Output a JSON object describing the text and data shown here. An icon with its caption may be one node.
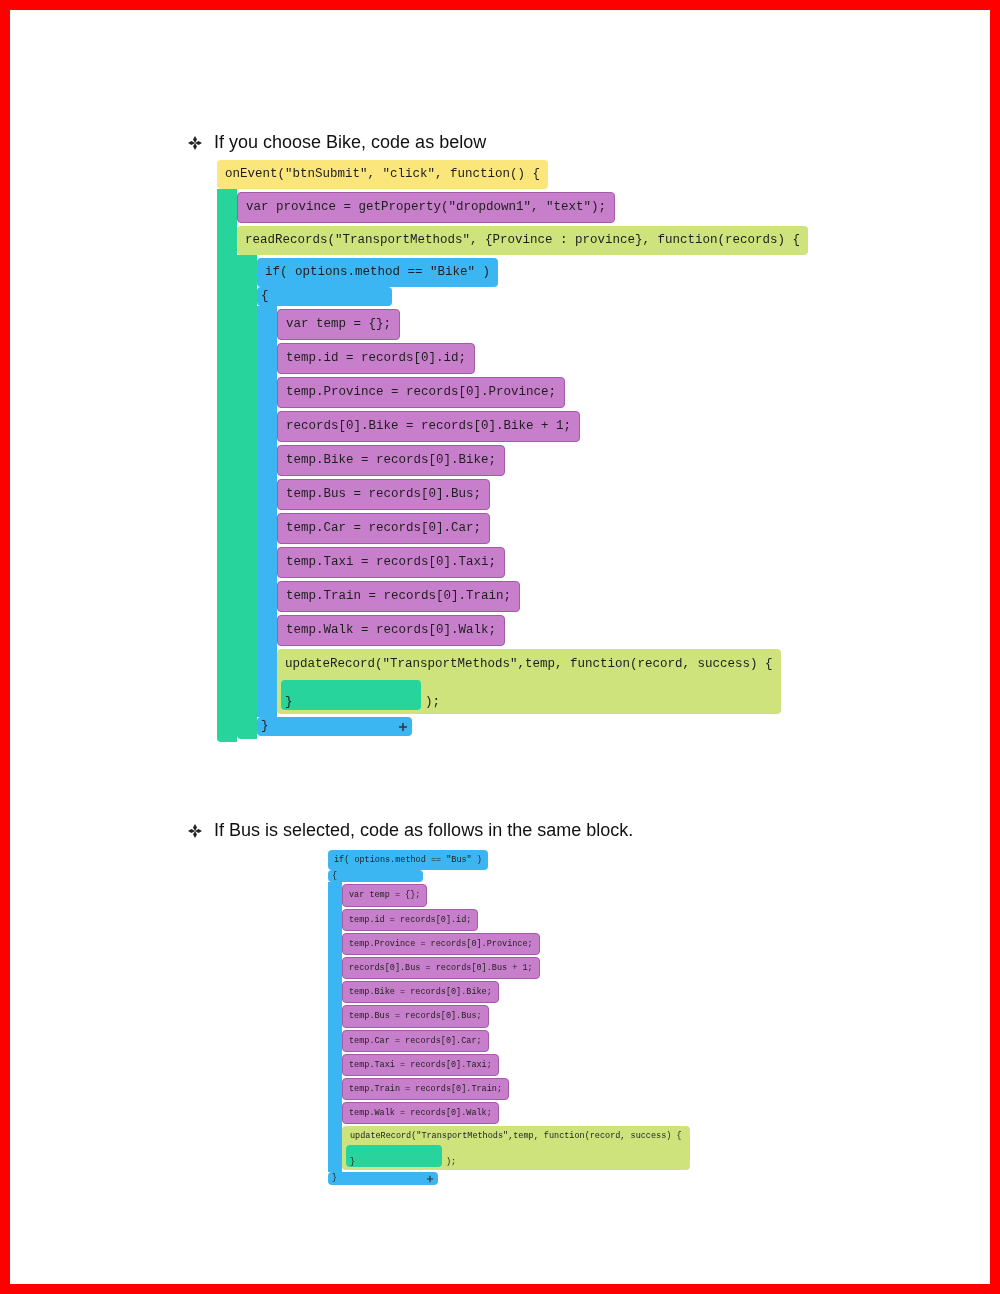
{
  "diagram": {
    "nodes": [
      {
        "text": [
          "onEvent(\"btnSubmit\", \"click\", function() {"
        ]
      },
      {
        "text": [
          "var province = getProperty(\"dropdown1\", \"text\");"
        ],
        "in": 0
      },
      {
        "text": [
          "readRecords(\"TransportMethods\", {Province : province}, function(records) {"
        ],
        "in": 0
      },
      {
        "text": [
          "if( options.method == \"Bike\" )",
          "{",
          "}"
        ],
        "in": 2
      },
      {
        "text": [
          "var temp = {};"
        ],
        "in": 3
      },
      {
        "text": [
          "temp.id = records[0].id;"
        ],
        "in": 3
      },
      {
        "text": [
          "temp.Province = records[0].Province;"
        ],
        "in": 3
      },
      {
        "text": [
          "records[0].Bike = records[0].Bike + 1;"
        ],
        "in": 3
      },
      {
        "text": [
          "temp.Bike = records[0].Bike;"
        ],
        "in": 3
      },
      {
        "text": [
          "temp.Bus = records[0].Bus;"
        ],
        "in": 3
      },
      {
        "text": [
          "temp.Car = records[0].Car;"
        ],
        "in": 3
      },
      {
        "text": [
          "temp.Taxi = records[0].Taxi;"
        ],
        "in": 3
      },
      {
        "text": [
          "temp.Train = records[0].Train;"
        ],
        "in": 3
      },
      {
        "text": [
          "temp.Walk = records[0].Walk;"
        ],
        "in": 3
      },
      {
        "text": [
          "updateRecord(\"TransportMethods\",temp, function(record, success) {",
          "}",
          ");"
        ],
        "in": 3
      },
      {
        "text": [
          "if( options.method == \"Bus\" )",
          "{",
          "}"
        ]
      },
      {
        "text": [
          "var temp = {};"
        ],
        "in": 15
      },
      {
        "text": [
          "temp.id = records[0].id;"
        ],
        "in": 15
      },
      {
        "text": [
          "temp.Province = records[0].Province;"
        ],
        "in": 15
      },
      {
        "text": [
          "records[0].Bus = records[0].Bus + 1;"
        ],
        "in": 15
      },
      {
        "text": [
          "temp.Bike = records[0].Bike;"
        ],
        "in": 15
      },
      {
        "text": [
          "temp.Bus = records[0].Bus;"
        ],
        "in": 15
      },
      {
        "text": [
          "temp.Car = records[0].Car;"
        ],
        "in": 15
      },
      {
        "text": [
          "temp.Taxi = records[0].Taxi;"
        ],
        "in": 15
      },
      {
        "text": [
          "temp.Train = records[0].Train;"
        ],
        "in": 15
      },
      {
        "text": [
          "temp.Walk = records[0].Walk;"
        ],
        "in": 15
      },
      {
        "text": [
          "updateRecord(\"TransportMethods\",temp, function(record, success) {",
          "}",
          ");"
        ],
        "in": 15
      }
    ],
    "labels": [
      "If you choose Bike, code as below",
      "If Bus is selected, code as follows in the same block."
    ]
  }
}
